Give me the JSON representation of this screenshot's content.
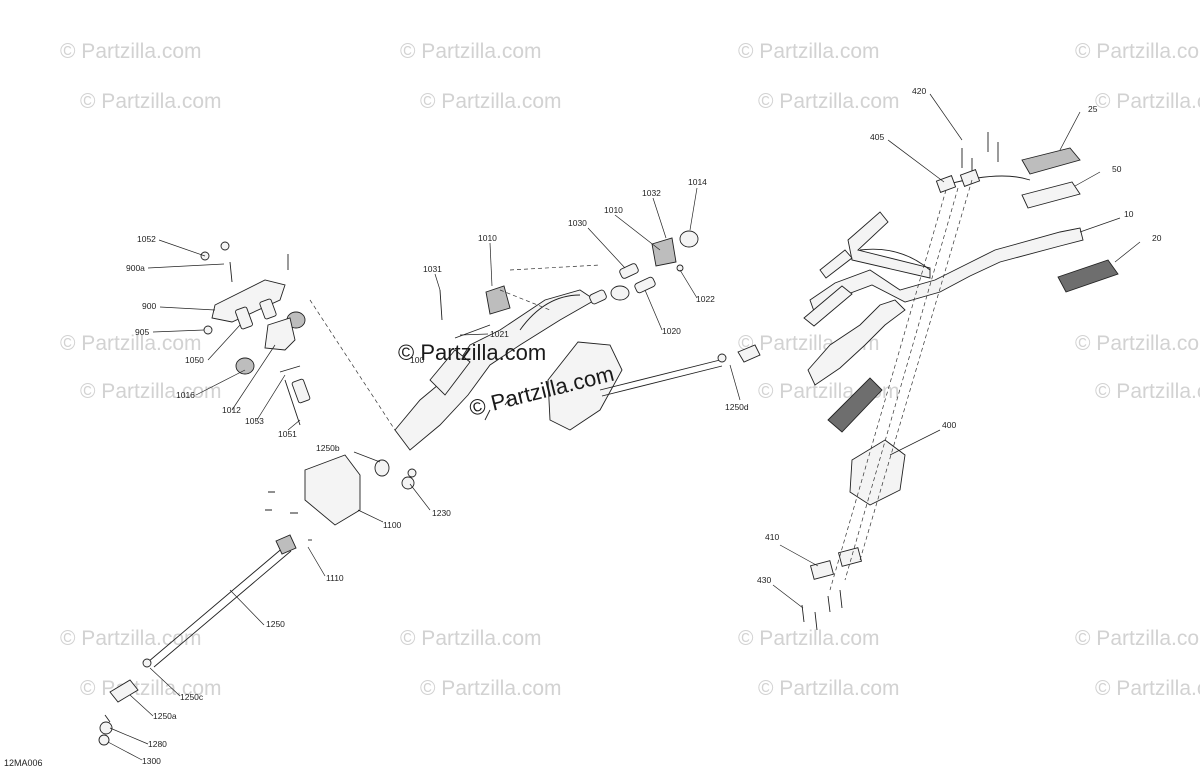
{
  "watermark": {
    "text": "© Partzilla.com",
    "center_text": "© Partzilla.com"
  },
  "diagram_code": "12MA006",
  "labels": {
    "p25": "25",
    "p50": "50",
    "p10": "10",
    "p20": "20",
    "p420": "420",
    "p405": "405",
    "p400": "400",
    "p410": "410",
    "p430": "430",
    "p1014": "1014",
    "p1032": "1032",
    "p1010a": "1010",
    "p1010b": "1010",
    "p1030": "1030",
    "p1031": "1031",
    "p1021": "1021",
    "p1020": "1020",
    "p1022": "1022",
    "p100x": "100",
    "p1052": "1052",
    "p900a": "900a",
    "p900": "900",
    "p905": "905",
    "p1050": "1050",
    "p1016": "1016",
    "p1012": "1012",
    "p1053": "1053",
    "p1051": "1051",
    "p1250b": "1250b",
    "p1250d": "1250d",
    "p1230": "1230",
    "p1100": "1100",
    "p1110": "1110",
    "p1250": "1250",
    "p1250c": "1250c",
    "p1250a": "1250a",
    "p1280": "1280",
    "p1300": "1300"
  }
}
